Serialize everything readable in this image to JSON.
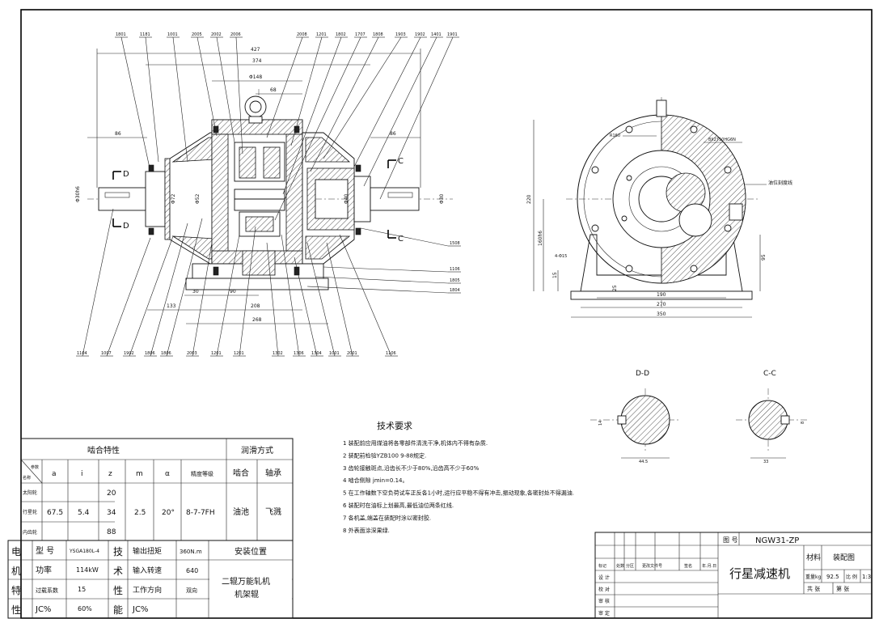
{
  "balloons_top": [
    "1801",
    "1181",
    "1001",
    "2005",
    "2002",
    "2006",
    "2008",
    "1201",
    "1802",
    "1707",
    "1808",
    "1903",
    "1902",
    "1401",
    "1901"
  ],
  "balloons_bottom": [
    "1104",
    "1007",
    "1902",
    "1806",
    "1806",
    "2003",
    "1201",
    "1201",
    "1302",
    "1306",
    "1304",
    "1001",
    "2001",
    "1106"
  ],
  "balloons_right": [
    "1508",
    "1106",
    "1805",
    "1804"
  ],
  "dims_main": [
    "427",
    "374",
    "Φ148",
    "68",
    "86",
    "86",
    "Φ30h6",
    "Φ30",
    "Φ52",
    "Φ72",
    "Φ40",
    "30",
    "90",
    "133",
    "208",
    "268"
  ],
  "dims_side": [
    "R160",
    "8X2710HG6N",
    "油位刻度线",
    "220",
    "160h6",
    "4-Φ15",
    "15",
    "95",
    "25",
    "190",
    "270",
    "350"
  ],
  "section_labels": [
    "D",
    "D",
    "C",
    "C"
  ],
  "section_views": {
    "dd": {
      "title": "D-D",
      "dims": [
        "44.5",
        "14"
      ]
    },
    "cc": {
      "title": "C-C",
      "dims": [
        "33",
        "8"
      ]
    }
  },
  "tech": {
    "title": "技术要求",
    "items": [
      "1  装配前应用煤油将各零部件清洗干净,机体内不得有杂质.",
      "2  装配前检验YZB100 9-88规定.",
      "3  齿轮接触斑点,沿齿长不少于80%,沿齿高不少于60%",
      "4  啮合侧隙 jmin=0.14。",
      "5  在工作轴数下空负荷试车正反各1小时,运行应平稳不得有冲击,振动现象,各密封处不得漏油.",
      "6  装配时在油标上划最高,最低油位两条红线.",
      "7  各机盖,端盖在装配时涂以密封胶.",
      "8  外表面涂深果绿."
    ]
  },
  "mesh": {
    "title": "啮合特性",
    "lube_title": "润滑方式",
    "corner_top": "参数",
    "corner_bottom": "名称",
    "headers": [
      "a",
      "i",
      "z",
      "m",
      "α",
      "精度等级"
    ],
    "lube_headers": [
      "啮合",
      "轴承"
    ],
    "rows": [
      "太阳轮",
      "行星轮",
      "内齿轮"
    ],
    "a": "67.5",
    "i": "5.4",
    "z": [
      "20",
      "34",
      "88"
    ],
    "m": "2.5",
    "alpha": "20°",
    "grade": "8-7-7FH",
    "lube_mesh": "油池",
    "lube_bearing": "飞溅"
  },
  "motor": {
    "side_title": [
      "电",
      "机",
      "特",
      "性"
    ],
    "rows": [
      {
        "label": "型  号",
        "value": "YSGA180L-4"
      },
      {
        "label": "功率",
        "value": "114kW"
      },
      {
        "label": "过载系数",
        "value": "15"
      },
      {
        "label": "JC%",
        "value": "60%"
      }
    ],
    "tech_title": [
      "技",
      "术",
      "性",
      "能"
    ],
    "tech_rows": [
      {
        "label": "输出扭矩",
        "value": "360N.m"
      },
      {
        "label": "输入转速",
        "value": "640"
      },
      {
        "label": "工作方向",
        "value": "双向"
      },
      {
        "label": "JC%",
        "value": ""
      }
    ],
    "install_title": "安装位置",
    "install_value": [
      "二辊万能轧机",
      "机架辊"
    ]
  },
  "titleblock": {
    "drawing_no_label": "图  号",
    "drawing_no": "NGW31-ZP",
    "name": "行星减速机",
    "material_label": "材料",
    "material": "装配图",
    "weight_label": "重量kg",
    "weight": "92.5",
    "scale_label": "比 例",
    "scale": "1:3",
    "sheets_total": "共     张",
    "sheet_no": "第     张",
    "rev_headers": [
      "标记",
      "处数",
      "分区",
      "更改文件号",
      "签名",
      "年.月.日"
    ],
    "signoff_rows": [
      "设 计",
      "校 对",
      "审 核",
      "审 定"
    ]
  }
}
